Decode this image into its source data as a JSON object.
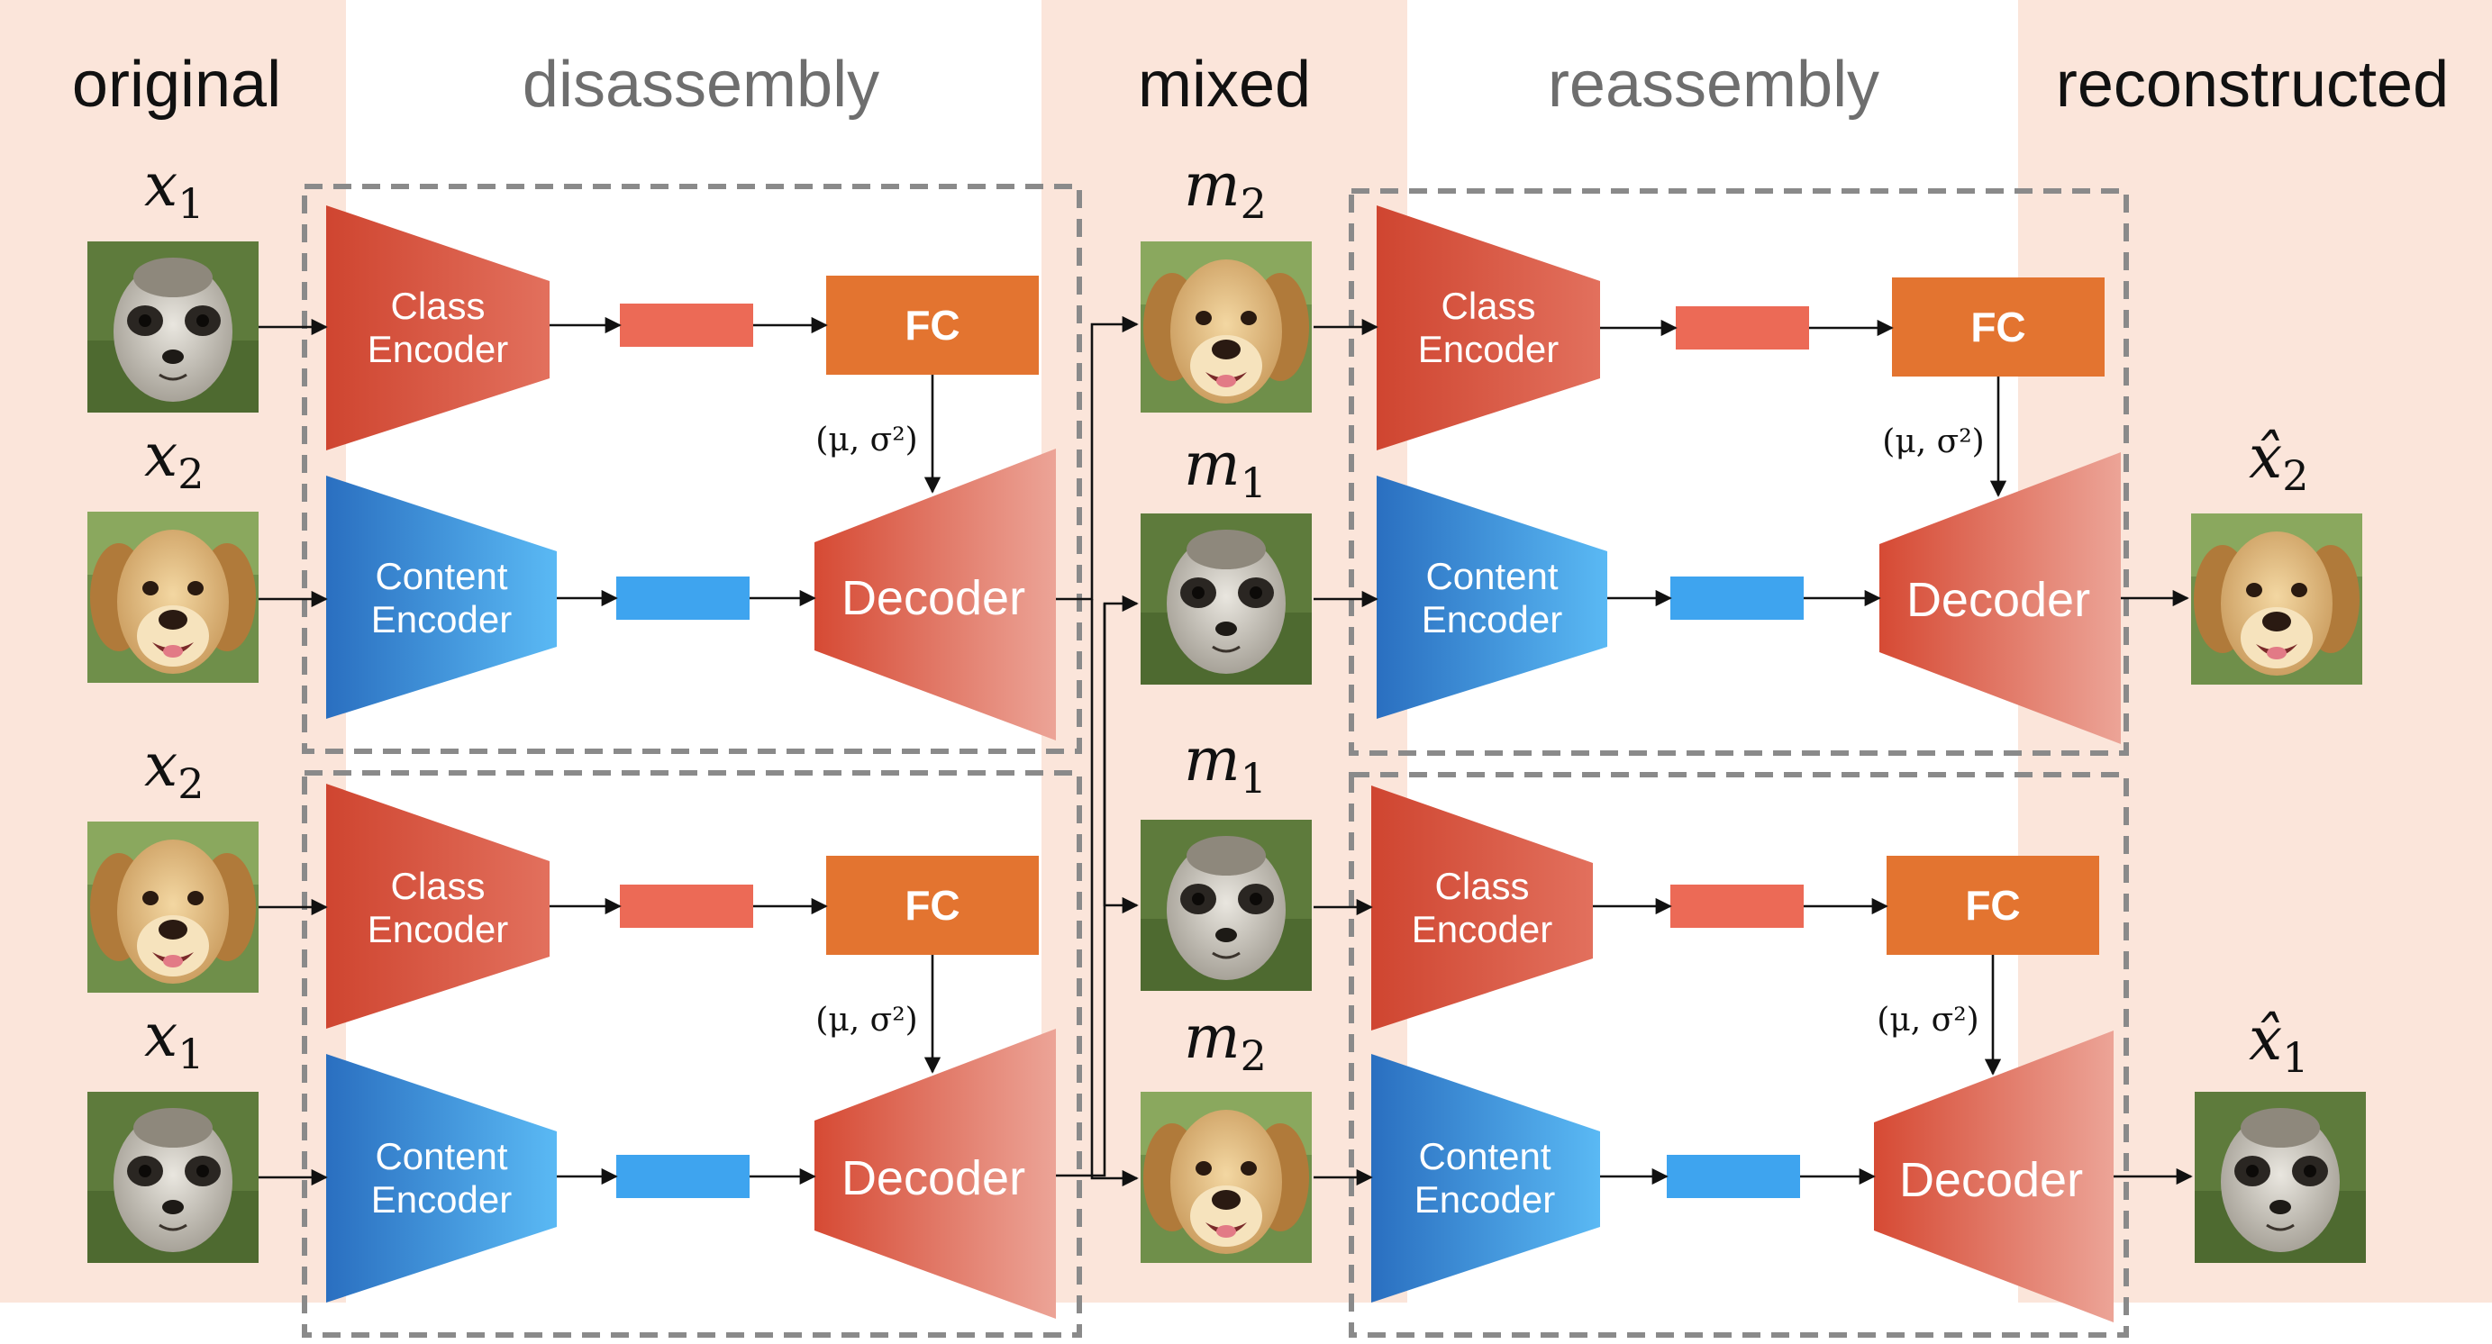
{
  "columns": {
    "original": "original",
    "disassembly": "disassembly",
    "mixed": "mixed",
    "reassembly": "reassembly",
    "reconstructed": "reconstructed"
  },
  "inputs": [
    {
      "var": "x",
      "sub": "1",
      "animal": "meerkat"
    },
    {
      "var": "x",
      "sub": "2",
      "animal": "dog"
    },
    {
      "var": "x",
      "sub": "2",
      "animal": "dog"
    },
    {
      "var": "x",
      "sub": "1",
      "animal": "meerkat"
    }
  ],
  "mixed": [
    {
      "var": "m",
      "sub": "2",
      "animal": "dog"
    },
    {
      "var": "m",
      "sub": "1",
      "animal": "meerkat"
    },
    {
      "var": "m",
      "sub": "1",
      "animal": "meerkat"
    },
    {
      "var": "m",
      "sub": "2",
      "animal": "dog"
    }
  ],
  "outputs": [
    {
      "var": "x̂",
      "sub": "2",
      "animal": "dog"
    },
    {
      "var": "x̂",
      "sub": "1",
      "animal": "meerkat"
    }
  ],
  "blocks": {
    "class_encoder": [
      "Class",
      "Encoder"
    ],
    "content_encoder": [
      "Content",
      "Encoder"
    ],
    "fc": "FC",
    "decoder": "Decoder",
    "params": "(μ, σ²)"
  },
  "colors": {
    "column_bg": "#fbe5da",
    "class_encoder": "#d14b35",
    "content_encoder": "#2f80d0",
    "class_code": "#ec6a56",
    "content_code": "#3ea4ef",
    "fc": "#e37430",
    "decoder": "#d9543f",
    "dashed_box": "#8a8a8a"
  }
}
